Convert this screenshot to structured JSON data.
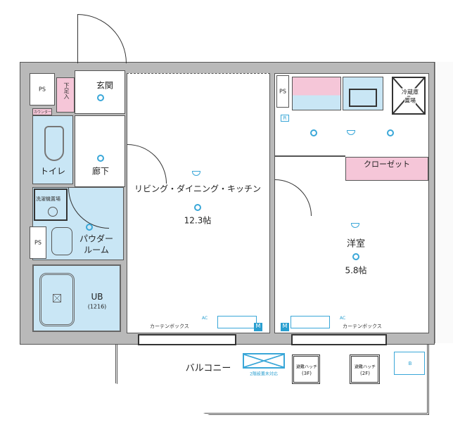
{
  "rooms": {
    "entrance": "玄関",
    "shoe_box": "下足入",
    "counter": "カウンター",
    "toilet": "トイレ",
    "hallway": "廊下",
    "washer": "洗濯機置場",
    "powder_room_1": "パウダー",
    "powder_room_2": "ルーム",
    "ps": "PS",
    "unit_bath": "UB",
    "unit_bath_size": "(1216)",
    "ldk": "リビング・ダイニング・キッチン",
    "ldk_size": "12.3帖",
    "western_room": "洋室",
    "western_size": "5.8帖",
    "closet": "クローゼット",
    "fridge_1": "冷蔵庫",
    "fridge_2": "置場",
    "curtain_box": "カーテンボックス",
    "balcony": "バルコニー",
    "outdoor_unit_note": "2階設置未対応",
    "hatch": "避難ハッチ",
    "hatch_3f": "(3F)",
    "hatch_2f": "(2F)",
    "b_mark": "B",
    "m_mark": "M",
    "r_mark": "R",
    "ac": "AC"
  },
  "colors": {
    "wet_area": "#c9e6f5",
    "storage": "#f5c6d8",
    "wall": "#b9b9b9",
    "fixture": "#3aa7d8"
  }
}
